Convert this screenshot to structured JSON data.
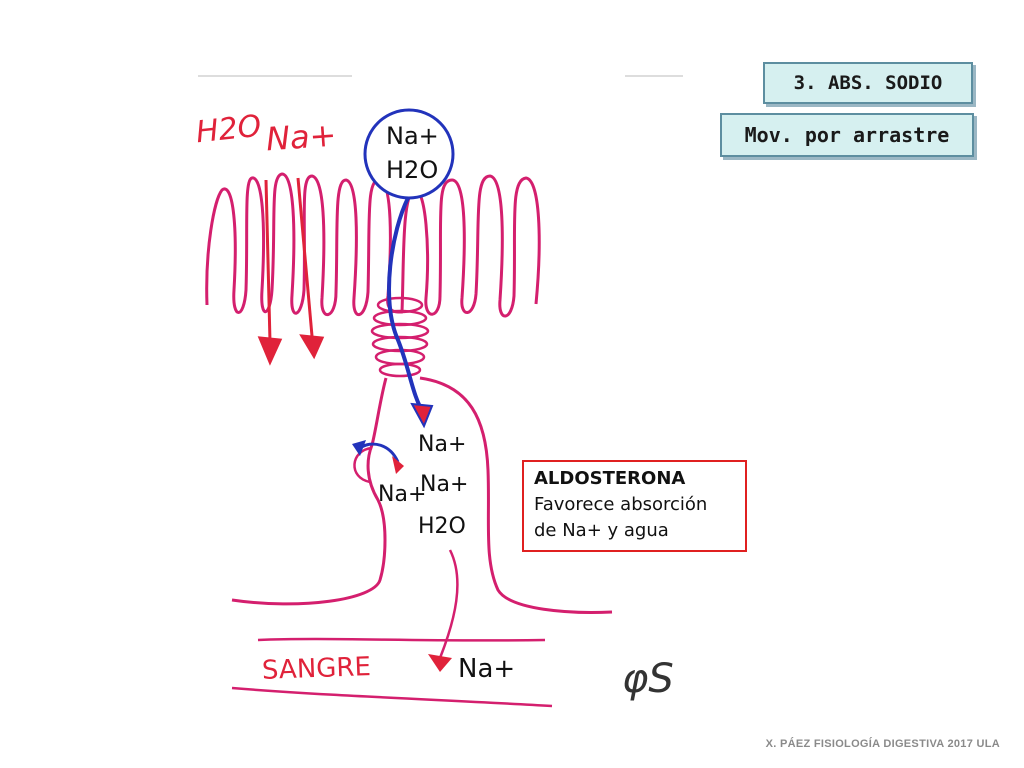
{
  "header": {
    "section_title": "3. ABS. SODIO",
    "mechanism": "Mov. por arrastre"
  },
  "lumen": {
    "circle_top": "Na+",
    "circle_bottom": "H2O",
    "handwritten_left": "H2O",
    "handwritten_right": "Na+"
  },
  "cell": {
    "na_upper": "Na+",
    "na_middle": "Na+",
    "na_left": "Na+",
    "water": "H2O",
    "na_blood": "Na+"
  },
  "blood": {
    "label": "SANGRE",
    "signature": "φS"
  },
  "info": {
    "title": "ALDOSTERONA",
    "line1": "Favorece absorción",
    "line2": "de Na+ y agua"
  },
  "footer": {
    "credit": "X. PÁEZ   FISIOLOGÍA DIGESTIVA 2017 ULA"
  },
  "colors": {
    "membrane": "#d41f6e",
    "arrow_red": "#e0223a",
    "arrow_blue": "#2233bb",
    "info_border": "#e02020",
    "tag_fill": "#d6f0f0"
  }
}
